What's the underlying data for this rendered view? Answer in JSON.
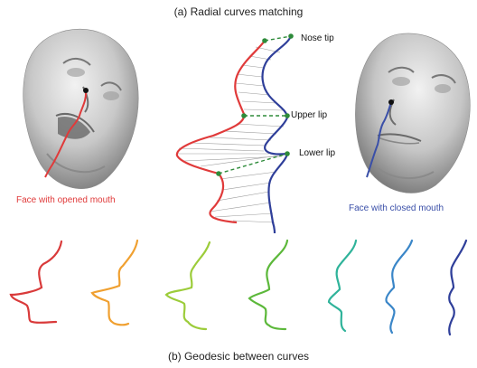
{
  "captions": {
    "top": "(a) Radial curves matching",
    "bottom": "(b) Geodesic between curves"
  },
  "landmarks": {
    "nose_tip": "Nose tip",
    "upper_lip": "Upper lip",
    "lower_lip": "Lower lip"
  },
  "faces": {
    "left": {
      "label": "Face with opened mouth",
      "color": "#e03a3a"
    },
    "right": {
      "label": "Face with closed mouth",
      "color": "#3a4fa8"
    }
  },
  "colors": {
    "source_curve": "#e03a3a",
    "target_curve": "#2f3f9a",
    "match_line": "#2e8b3a",
    "correspondence": "#999999",
    "geodesic": [
      "#d93a3a",
      "#f0a030",
      "#9ccc3a",
      "#5cb83a",
      "#2fb39a",
      "#3a86c8",
      "#2f3f9a"
    ]
  }
}
